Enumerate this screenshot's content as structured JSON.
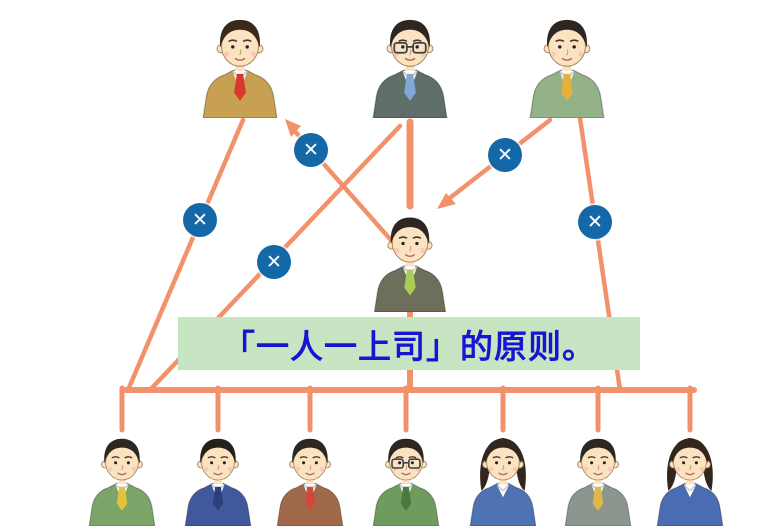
{
  "banner": {
    "label": "「一人一上司」的原则。",
    "bg_color": "#c8e5c3",
    "text_color": "#1616d2"
  },
  "connectors": {
    "color": "#f2916c"
  },
  "x_mark": {
    "glyph": "✕",
    "bg_color": "#1568a7",
    "glyph_color": "#ffffff",
    "count": 5
  },
  "people": {
    "top_managers": [
      {
        "gender": "man",
        "suit": "#c8a052",
        "tie": "#d6392f",
        "hair": "#3a2a1c",
        "glasses": false
      },
      {
        "gender": "man",
        "suit": "#5f6e68",
        "tie": "#7fa8d8",
        "hair": "#2e2620",
        "glasses": true
      },
      {
        "gender": "man",
        "suit": "#93b288",
        "tie": "#e7b03c",
        "hair": "#2e2620",
        "glasses": false
      }
    ],
    "middle_manager": {
      "gender": "man",
      "suit": "#6e6f5a",
      "tie": "#a7cc5a",
      "hair": "#2e2620",
      "glasses": false
    },
    "employees": [
      {
        "gender": "man",
        "suit": "#7ba468",
        "tie": "#e2c23c",
        "hair": "#2e2620",
        "glasses": false
      },
      {
        "gender": "man",
        "suit": "#41599c",
        "tie": "#2c3f7a",
        "hair": "#26201a",
        "glasses": false
      },
      {
        "gender": "man",
        "suit": "#a06a4a",
        "tie": "#cf4a3a",
        "hair": "#2e2620",
        "glasses": false
      },
      {
        "gender": "man",
        "suit": "#6f9c5e",
        "tie": "#4a7a3c",
        "hair": "#2e2620",
        "glasses": true
      },
      {
        "gender": "woman",
        "suit": "#4e72b4",
        "tie": "",
        "hair": "#33261c",
        "glasses": false
      },
      {
        "gender": "man",
        "suit": "#8c958e",
        "tie": "#e0b84a",
        "hair": "#2e2620",
        "glasses": false
      },
      {
        "gender": "woman",
        "suit": "#4a6cb0",
        "tie": "",
        "hair": "#33261c",
        "glasses": false
      }
    ]
  }
}
